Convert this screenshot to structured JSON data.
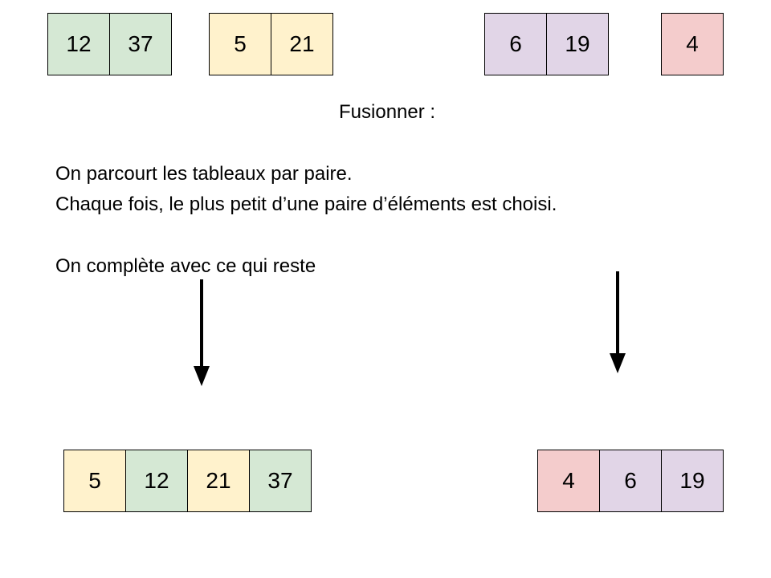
{
  "colors": {
    "green": "#d5e8d4",
    "yellow": "#fff2cc",
    "purple": "#e1d5e7",
    "red": "#f4cccc"
  },
  "top_arrays": [
    {
      "cells": [
        {
          "value": "12",
          "color": "green"
        },
        {
          "value": "37",
          "color": "green"
        }
      ]
    },
    {
      "cells": [
        {
          "value": "5",
          "color": "yellow"
        },
        {
          "value": "21",
          "color": "yellow"
        }
      ]
    },
    {
      "cells": [
        {
          "value": "6",
          "color": "purple"
        },
        {
          "value": "19",
          "color": "purple"
        }
      ]
    },
    {
      "cells": [
        {
          "value": "4",
          "color": "red"
        }
      ]
    }
  ],
  "text": {
    "title": "Fusionner :",
    "line1": "On parcourt les tableaux par paire.",
    "line2": "Chaque fois, le plus petit d’une paire d’éléments est choisi.",
    "line3": "On complète avec ce qui reste"
  },
  "bottom_arrays": [
    {
      "cells": [
        {
          "value": "5",
          "color": "yellow"
        },
        {
          "value": "12",
          "color": "green"
        },
        {
          "value": "21",
          "color": "yellow"
        },
        {
          "value": "37",
          "color": "green"
        }
      ]
    },
    {
      "cells": [
        {
          "value": "4",
          "color": "red"
        },
        {
          "value": "6",
          "color": "purple"
        },
        {
          "value": "19",
          "color": "purple"
        }
      ]
    }
  ]
}
